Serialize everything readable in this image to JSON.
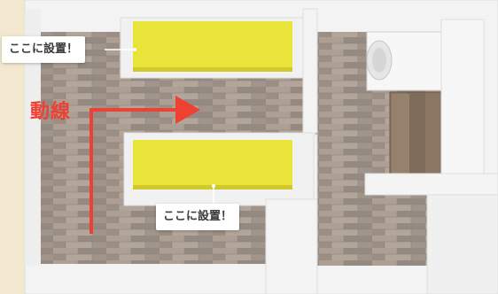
{
  "callouts": {
    "top_label": "ここに設置！",
    "bottom_label": "ここに設置！"
  },
  "flow": {
    "label": "動線"
  },
  "colors": {
    "accent_red": "#ef4034",
    "cabinet_yellow": "#e9e43a",
    "wall_white": "#f3f3f3",
    "floor_wood": "#a2968c",
    "background": "#f2e8cf"
  }
}
